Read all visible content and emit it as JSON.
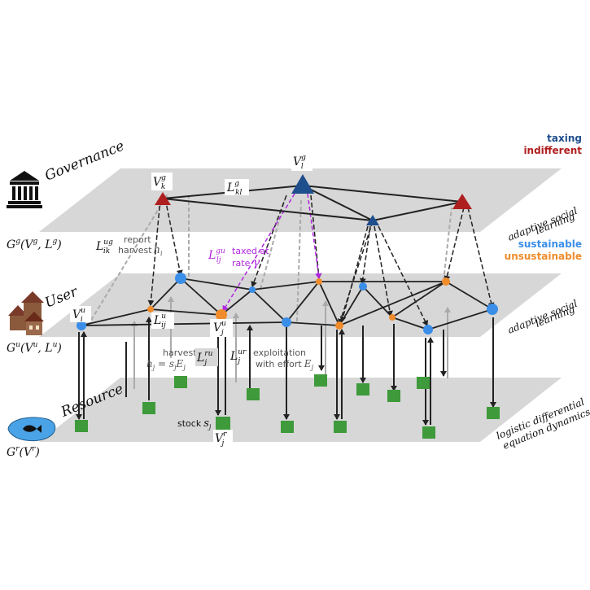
{
  "layers": {
    "governance": {
      "label": "Governance",
      "graph": "G",
      "graph_sup": "g",
      "graph_args": "(V",
      "graph_args_sup": "g",
      "graph_args_mid": ", L",
      "graph_args_sup2": "g",
      "graph_args_end": ")",
      "side_label_1": "adaptive social",
      "side_label_2": "learning"
    },
    "user": {
      "label": "User",
      "graph": "G",
      "graph_sup": "u",
      "graph_args": "(V",
      "graph_args_sup": "u",
      "graph_args_mid": ", L",
      "graph_args_sup2": "u",
      "graph_args_end": ")",
      "side_label_1": "adaptive social",
      "side_label_2": "learning"
    },
    "resource": {
      "label": "Resource",
      "graph": "G",
      "graph_sup": "r",
      "graph_args": "(V",
      "graph_args_sup": "r",
      "graph_args_end": ")",
      "side_label_1": "logistic differential",
      "side_label_2": "equation dynamics"
    }
  },
  "legend": {
    "taxing": "taxing",
    "indifferent": "indifferent",
    "sustainable": "sustainable",
    "unsustainable": "unsustainable"
  },
  "annotations": {
    "Vk": {
      "base": "V",
      "sup": "g",
      "sub": "k"
    },
    "Vl": {
      "base": "V",
      "sup": "g",
      "sub": "l"
    },
    "Lkl": {
      "base": "L",
      "sup": "g",
      "sub": "kl"
    },
    "Lik": {
      "base": "L",
      "sup": "ug",
      "sub": "ik"
    },
    "report": "report",
    "harvest_hi": "harvest",
    "hi": "h",
    "hi_sub": "i",
    "Llj": {
      "base": "L",
      "sup": "gu",
      "sub": "lj"
    },
    "taxed_at": "taxed at",
    "rate": "rate",
    "gamma": "γ",
    "Vi": {
      "base": "V",
      "sup": "u",
      "sub": "i"
    },
    "Lij": {
      "base": "L",
      "sup": "u",
      "sub": "ij"
    },
    "Vj": {
      "base": "V",
      "sup": "u",
      "sub": "j"
    },
    "harvest": "harvest",
    "harvest_eq": "h",
    "harvest_eq_rest": " = s",
    "harvest_eq_E": "E",
    "Lru": {
      "base": "L",
      "sup": "ru",
      "sub": "j"
    },
    "Lur": {
      "base": "L",
      "sup": "ur",
      "sub": "j"
    },
    "exploitation": "exploitation",
    "with_effort": "with effort",
    "Ej": "E",
    "stock": "stock",
    "sj": "s",
    "Vr": {
      "base": "V",
      "sup": "r",
      "sub": "j"
    }
  },
  "colors": {
    "plane": "#d7d7d7",
    "taxing": "#1f4e8c",
    "indifferent": "#b01f1f",
    "sustainable": "#3b8ee8",
    "unsustainable": "#f08c2c",
    "resource": "#3e9a3a",
    "magenta": "#b026e0",
    "edge": "#222222",
    "grey_edge": "#aaaaaa"
  }
}
